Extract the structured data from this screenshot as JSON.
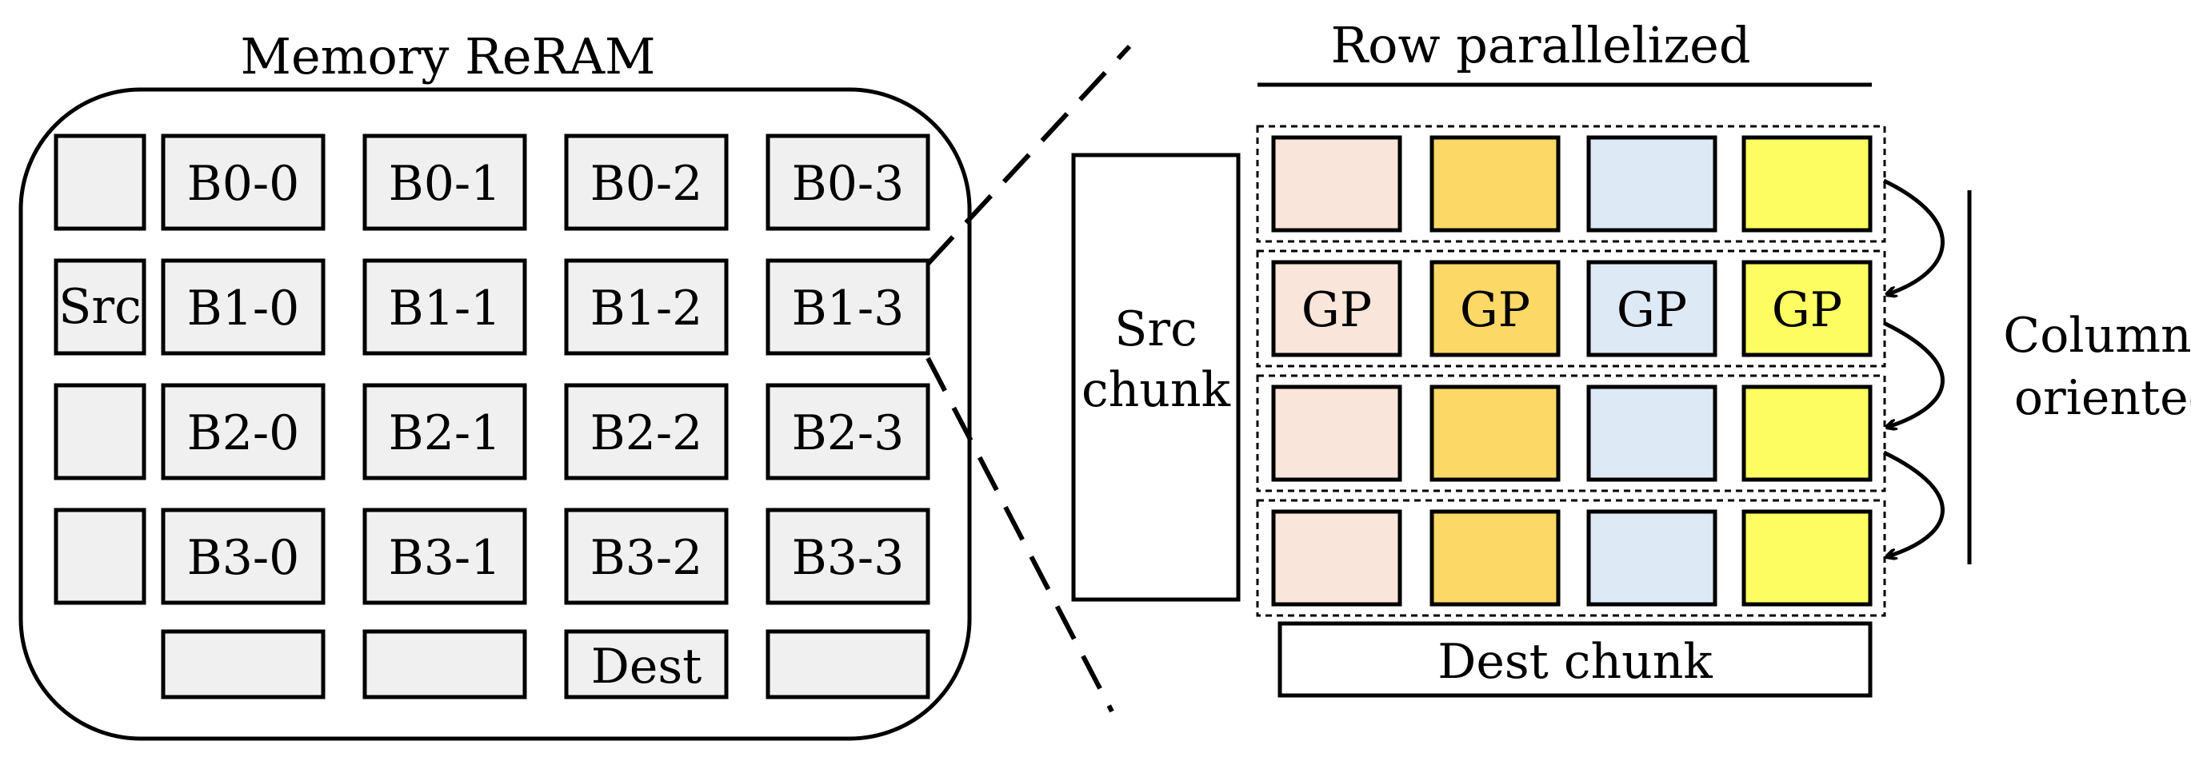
{
  "left": {
    "title": "Memory ReRAM",
    "src_label": "Src",
    "rows": [
      [
        "B0-0",
        "B0-1",
        "B0-2",
        "B0-3"
      ],
      [
        "B1-0",
        "B1-1",
        "B1-2",
        "B1-3"
      ],
      [
        "B2-0",
        "B2-1",
        "B2-2",
        "B2-3"
      ],
      [
        "B3-0",
        "B3-1",
        "B3-2",
        "B3-3"
      ]
    ],
    "bottom_row": [
      "",
      "",
      "Dest",
      ""
    ],
    "block_fill": "#f0f0f0"
  },
  "right": {
    "title": "Row parallelized",
    "src_chunk_line1": "Src",
    "src_chunk_line2": "chunk",
    "dest_chunk": "Dest chunk",
    "gp_label": "GP",
    "column_label_line1": "Column",
    "column_label_line2": "oriented",
    "cell_colors": [
      "#fae5da",
      "#fcd967",
      "#dde9f5",
      "#fdfd62"
    ]
  }
}
